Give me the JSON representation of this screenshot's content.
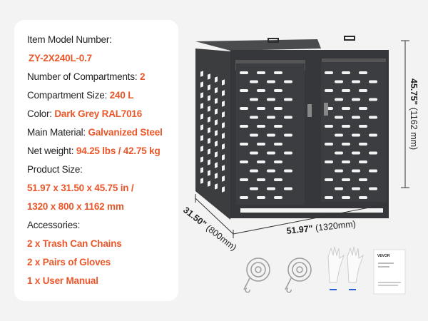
{
  "specs": {
    "model_label": "Item Model Number:",
    "model_value": "ZY-2X240L-0.7",
    "compartments_label": "Number of Compartments:",
    "compartments_value": "2",
    "size_label": "Compartment Size:",
    "size_value": "240 L",
    "color_label": "Color:",
    "color_value": "Dark Grey RAL7016",
    "material_label": "Main Material:",
    "material_value": "Galvanized Steel",
    "weight_label": "Net weight:",
    "weight_value": "94.25 lbs / 42.75 kg",
    "product_size_label": "Product Size:",
    "product_size_in": "51.97 x 31.50 x 45.75 in /",
    "product_size_mm": "1320 x 800 x 1162 mm",
    "accessories_label": "Accessories:",
    "accessories": [
      "2 x Trash Can Chains",
      "2 x Pairs of Gloves",
      "1 x User Manual"
    ]
  },
  "dimensions": {
    "height_in": "45.75\"",
    "height_mm": "(1162 mm)",
    "width_in": "51.97\"",
    "width_mm": "(1320mm)",
    "depth_in": "31.50\"",
    "depth_mm": "(800mm)"
  },
  "manual_brand": "VEVOR",
  "colors": {
    "accent": "#e9572b",
    "product": "#3a3b3d",
    "background": "#f3f3f3"
  }
}
